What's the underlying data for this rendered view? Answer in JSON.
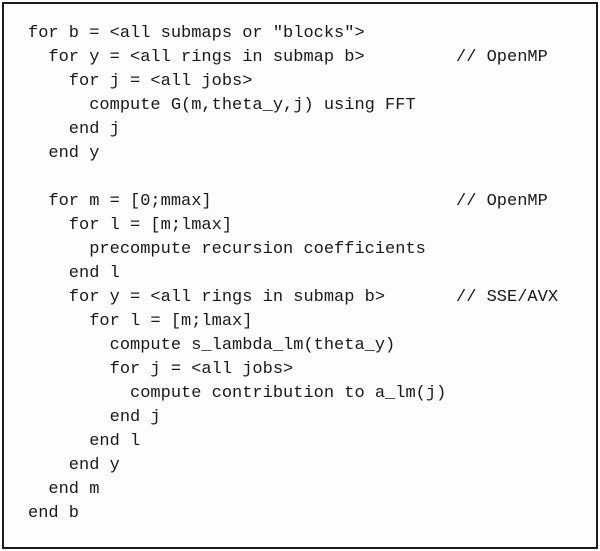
{
  "figure": {
    "background_color": "#fdfdfd",
    "border_color": "#1b1b1b",
    "description_title": "Pseudocode listing for spherical harmonic transform loop structure"
  },
  "lines": [
    {
      "code": "for b = <all submaps or \"blocks\">",
      "comment": ""
    },
    {
      "code": "  for y = <all rings in submap b>",
      "comment": "// OpenMP"
    },
    {
      "code": "    for j = <all jobs>",
      "comment": ""
    },
    {
      "code": "      compute G(m,theta_y,j) using FFT",
      "comment": ""
    },
    {
      "code": "    end j",
      "comment": ""
    },
    {
      "code": "  end y",
      "comment": ""
    },
    {
      "code": "",
      "comment": ""
    },
    {
      "code": "  for m = [0;mmax]",
      "comment": "// OpenMP"
    },
    {
      "code": "    for l = [m;lmax]",
      "comment": ""
    },
    {
      "code": "      precompute recursion coefficients",
      "comment": ""
    },
    {
      "code": "    end l",
      "comment": ""
    },
    {
      "code": "    for y = <all rings in submap b>",
      "comment": "// SSE/AVX"
    },
    {
      "code": "      for l = [m;lmax]",
      "comment": ""
    },
    {
      "code": "        compute s_lambda_lm(theta_y)",
      "comment": ""
    },
    {
      "code": "        for j = <all jobs>",
      "comment": ""
    },
    {
      "code": "          compute contribution to a_lm(j)",
      "comment": ""
    },
    {
      "code": "        end j",
      "comment": ""
    },
    {
      "code": "      end l",
      "comment": ""
    },
    {
      "code": "    end y",
      "comment": ""
    },
    {
      "code": "  end m",
      "comment": ""
    },
    {
      "code": "end b",
      "comment": ""
    }
  ]
}
